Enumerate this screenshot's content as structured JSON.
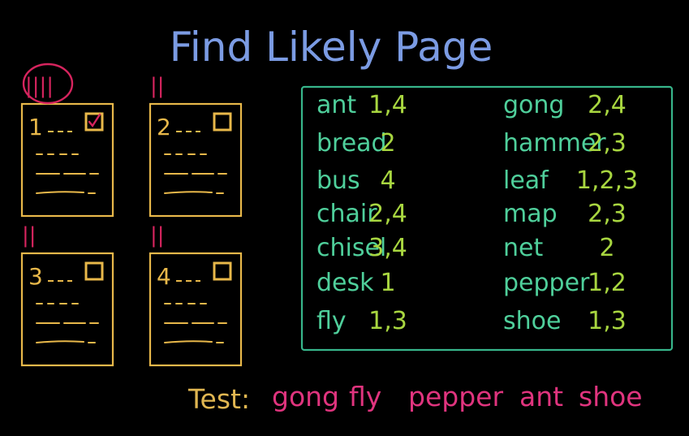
{
  "title": "Find Likely Page",
  "colors": {
    "title": "#7b9be3",
    "page_frame": "#e8b84a",
    "tally": "#d6245e",
    "index_frame": "#37b58a",
    "index_word": "#4fcf9b",
    "index_pages": "#a8d640",
    "test_label": "#e0b651",
    "test_word": "#e0347e",
    "check": "#d6245e"
  },
  "pages": [
    {
      "number": "1",
      "tally": "||||",
      "tally_circled": true,
      "checked": true
    },
    {
      "number": "2",
      "tally": "||",
      "tally_circled": false,
      "checked": false
    },
    {
      "number": "3",
      "tally": "||",
      "tally_circled": false,
      "checked": false
    },
    {
      "number": "4",
      "tally": "||",
      "tally_circled": false,
      "checked": false
    }
  ],
  "index": {
    "left": [
      {
        "word": "ant",
        "pages": "1,4"
      },
      {
        "word": "bread",
        "pages": "2"
      },
      {
        "word": "bus",
        "pages": "4"
      },
      {
        "word": "chair",
        "pages": "2,4"
      },
      {
        "word": "chisel",
        "pages": "3,4"
      },
      {
        "word": "desk",
        "pages": "1"
      },
      {
        "word": "fly",
        "pages": "1,3"
      }
    ],
    "right": [
      {
        "word": "gong",
        "pages": "2,4"
      },
      {
        "word": "hammer",
        "pages": "2,3"
      },
      {
        "word": "leaf",
        "pages": "1,2,3"
      },
      {
        "word": "map",
        "pages": "2,3"
      },
      {
        "word": "net",
        "pages": "2"
      },
      {
        "word": "pepper",
        "pages": "1,2"
      },
      {
        "word": "shoe",
        "pages": "1,3"
      }
    ]
  },
  "test": {
    "label": "Test:",
    "words": [
      "gong",
      "fly",
      "pepper",
      "ant",
      "shoe"
    ]
  }
}
